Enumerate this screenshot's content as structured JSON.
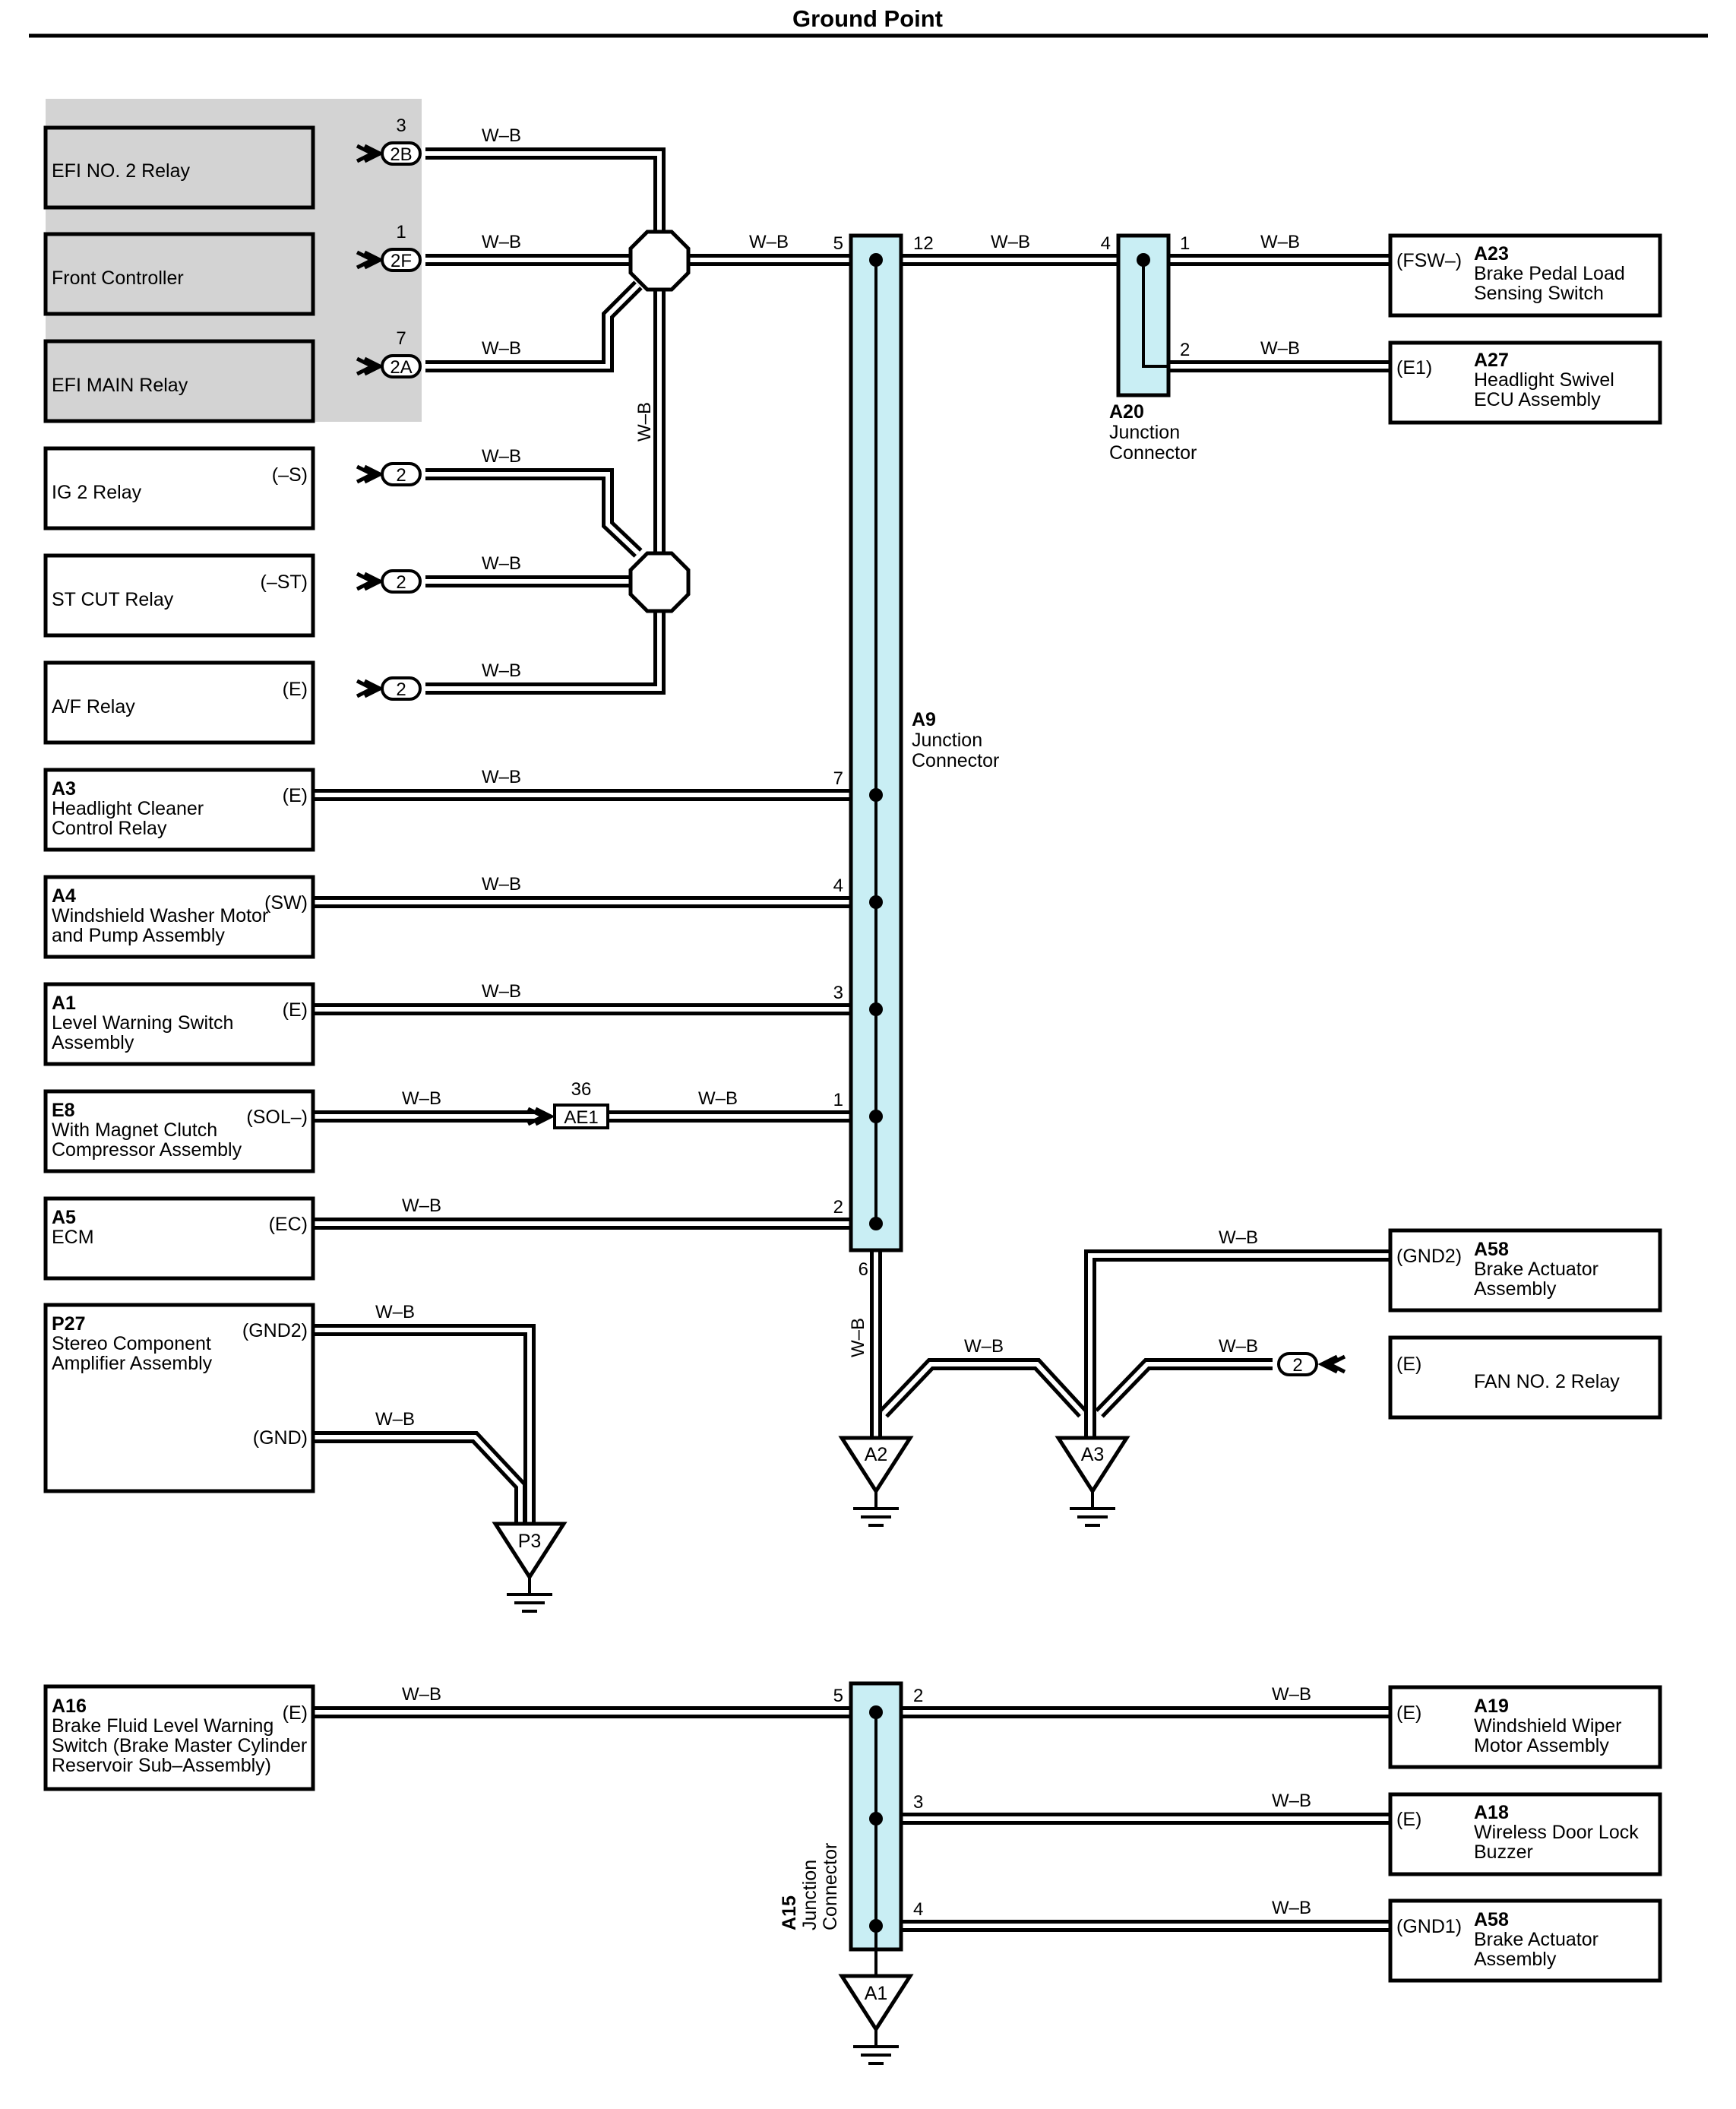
{
  "title": "Ground Point",
  "wire_color": "W–B",
  "left_components": [
    {
      "code": "",
      "name": "EFI NO. 2 Relay",
      "terminal": "",
      "connector": "2B",
      "pin": "3"
    },
    {
      "code": "",
      "name": "Front Controller",
      "terminal": "",
      "connector": "2F",
      "pin": "1"
    },
    {
      "code": "",
      "name": "EFI MAIN Relay",
      "terminal": "",
      "connector": "2A",
      "pin": "7"
    },
    {
      "code": "",
      "name": "IG 2 Relay",
      "terminal": "(–S)",
      "connector": "2",
      "pin": ""
    },
    {
      "code": "",
      "name": "ST CUT Relay",
      "terminal": "(–ST)",
      "connector": "2",
      "pin": ""
    },
    {
      "code": "",
      "name": "A/F Relay",
      "terminal": "(E)",
      "connector": "2",
      "pin": ""
    },
    {
      "code": "A3",
      "name_lines": [
        "Headlight Cleaner",
        "Control Relay"
      ],
      "terminal": "(E)",
      "pin": "7"
    },
    {
      "code": "A4",
      "name_lines": [
        "Windshield Washer Motor",
        "and Pump Assembly"
      ],
      "terminal": "(SW)",
      "pin": "4"
    },
    {
      "code": "A1",
      "name_lines": [
        "Level Warning Switch",
        "Assembly"
      ],
      "terminal": "(E)",
      "pin": "3"
    },
    {
      "code": "E8",
      "name_lines": [
        "With Magnet Clutch",
        "Compressor Assembly"
      ],
      "terminal": "(SOL–)",
      "pin": "1"
    },
    {
      "code": "A5",
      "name_lines": [
        "ECM"
      ],
      "terminal": "(EC)",
      "pin": "2"
    },
    {
      "code": "P27",
      "name_lines": [
        "Stereo Component",
        "Amplifier Assembly"
      ],
      "terminal": "(GND2)",
      "terminal2": "(GND)"
    },
    {
      "code": "A16",
      "name_lines": [
        "Brake Fluid Level Warning",
        "Switch (Brake Master Cylinder",
        "Reservoir Sub–Assembly)"
      ],
      "terminal": "(E)",
      "pin": "5"
    }
  ],
  "inline_connector": {
    "code": "AE1",
    "pin": "36"
  },
  "right_components": [
    {
      "code": "A23",
      "name_lines": [
        "Brake Pedal Load",
        "Sensing Switch"
      ],
      "terminal": "(FSW–)",
      "pin": "1"
    },
    {
      "code": "A27",
      "name_lines": [
        "Headlight Swivel",
        "ECU Assembly"
      ],
      "terminal": "(E1)",
      "pin": "2"
    },
    {
      "code": "A58",
      "name_lines": [
        "Brake Actuator",
        "Assembly"
      ],
      "terminal": "(GND2)"
    },
    {
      "code": "",
      "name_lines": [
        "FAN NO. 2 Relay"
      ],
      "terminal": "(E)",
      "connector": "2"
    },
    {
      "code": "A19",
      "name_lines": [
        "Windshield Wiper",
        "Motor Assembly"
      ],
      "terminal": "(E)",
      "pin": "2"
    },
    {
      "code": "A18",
      "name_lines": [
        "Wireless Door Lock",
        "Buzzer"
      ],
      "terminal": "(E)",
      "pin": "3"
    },
    {
      "code": "A58",
      "name_lines": [
        "Brake Actuator",
        "Assembly"
      ],
      "terminal": "(GND1)",
      "pin": "4"
    }
  ],
  "junction_connectors": {
    "a9": {
      "code": "A9",
      "lines": [
        "Junction",
        "Connector"
      ],
      "pin_in": "5",
      "pin_out": "12",
      "pin_bottom": "6"
    },
    "a20": {
      "code": "A20",
      "lines": [
        "Junction",
        "Connector"
      ],
      "pin_in": "4"
    },
    "a15": {
      "code": "A15",
      "lines": [
        "Junction",
        "Connector"
      ]
    }
  },
  "ground_points": [
    "A2",
    "A3",
    "P3",
    "A1"
  ]
}
